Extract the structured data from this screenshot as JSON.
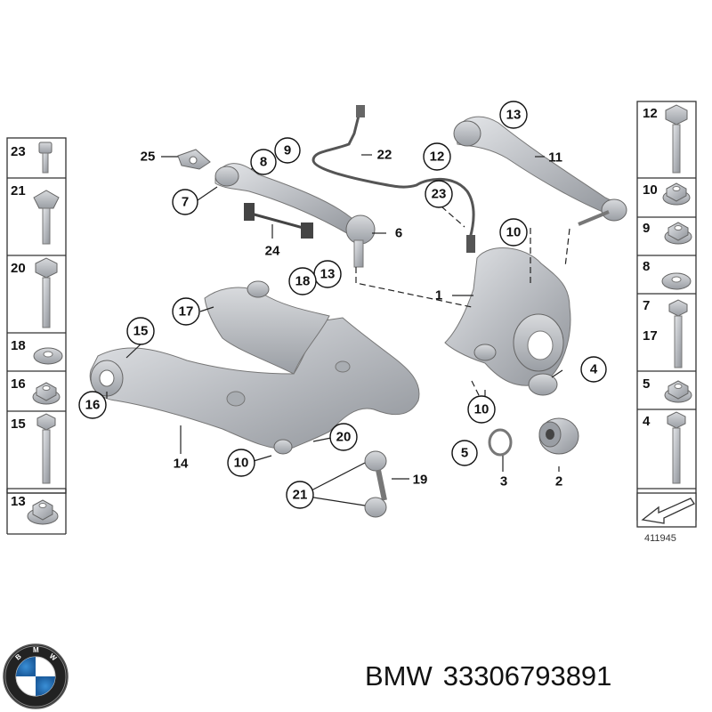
{
  "diagram": {
    "id": "411945",
    "parts": [
      {
        "key": "p1",
        "label": "1"
      },
      {
        "key": "p2",
        "label": "2"
      },
      {
        "key": "p3",
        "label": "3"
      },
      {
        "key": "p4",
        "label": "4"
      },
      {
        "key": "p5",
        "label": "5"
      },
      {
        "key": "p6",
        "label": "6"
      },
      {
        "key": "p7",
        "label": "7"
      },
      {
        "key": "p8",
        "label": "8"
      },
      {
        "key": "p9",
        "label": "9"
      },
      {
        "key": "p10a",
        "label": "10"
      },
      {
        "key": "p10b",
        "label": "10"
      },
      {
        "key": "p10c",
        "label": "10"
      },
      {
        "key": "p11",
        "label": "11"
      },
      {
        "key": "p12",
        "label": "12"
      },
      {
        "key": "p13a",
        "label": "13"
      },
      {
        "key": "p13b",
        "label": "13"
      },
      {
        "key": "p14",
        "label": "14"
      },
      {
        "key": "p15",
        "label": "15"
      },
      {
        "key": "p16",
        "label": "16"
      },
      {
        "key": "p17",
        "label": "17"
      },
      {
        "key": "p18",
        "label": "18"
      },
      {
        "key": "p19",
        "label": "19"
      },
      {
        "key": "p20",
        "label": "20"
      },
      {
        "key": "p21",
        "label": "21"
      },
      {
        "key": "p22",
        "label": "22"
      },
      {
        "key": "p23",
        "label": "23"
      },
      {
        "key": "p24",
        "label": "24"
      },
      {
        "key": "p25",
        "label": "25"
      }
    ],
    "left_column": [
      "23",
      "21",
      "20",
      "18",
      "16",
      "15",
      "13"
    ],
    "right_column": [
      "12",
      "10",
      "9",
      "8",
      "7",
      "17",
      "5",
      "4"
    ]
  },
  "caption": {
    "brand": "BMW",
    "part_number": "33306793891"
  }
}
